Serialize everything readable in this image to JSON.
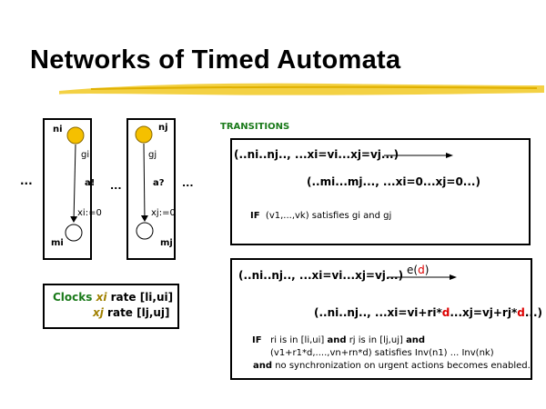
{
  "title": "Networks of Timed Automata",
  "automaton_i": {
    "start": "ni",
    "end": "mi",
    "guard": "gi",
    "action": "a!",
    "reset": "xi:=0"
  },
  "automaton_j": {
    "start": "nj",
    "end": "mj",
    "guard": "gj",
    "action": "a?",
    "reset": "xj:=0"
  },
  "ellipsis": "...",
  "clocks": {
    "label": "Clocks",
    "xi": "xi",
    "xj": "xj",
    "rate_i": "rate [li,ui]",
    "rate_j": "rate [lj,uj]"
  },
  "transitions": {
    "heading": "TRANSITIONS",
    "action": {
      "from": "(..ni..nj..,  ...xi=vi...xj=vj...)",
      "to": "(..mi...mj...,  ...xi=0...xj=0...)",
      "if": "IF",
      "cond": "(v1,...,vk)  satisfies   gi  and   gj"
    },
    "delay": {
      "from": "(..ni..nj..,  ...xi=vi...xj=vj...)",
      "label_e": "e(",
      "label_d": "d",
      "label_close": ")",
      "to_a": "(..ni..nj..,  ...xi=vi+ri*",
      "d": "d",
      "to_b": "...xj=vj+rj*",
      "to_c": "...)",
      "if": "IF",
      "c1": "ri   is in [li,ui]   ",
      "and": "and",
      "c2": "  rj  is in [lj,uj]   ",
      "c3": "(v1+r1*d,....,vn+rn*d)  satisfies  Inv(n1) ... Inv(nk)",
      "c4": " no synchronization on urgent actions becomes enabled."
    }
  },
  "colors": {
    "location": "#f5c000",
    "accent_green": "#1a7a1a",
    "delay_red": "#d00000"
  }
}
